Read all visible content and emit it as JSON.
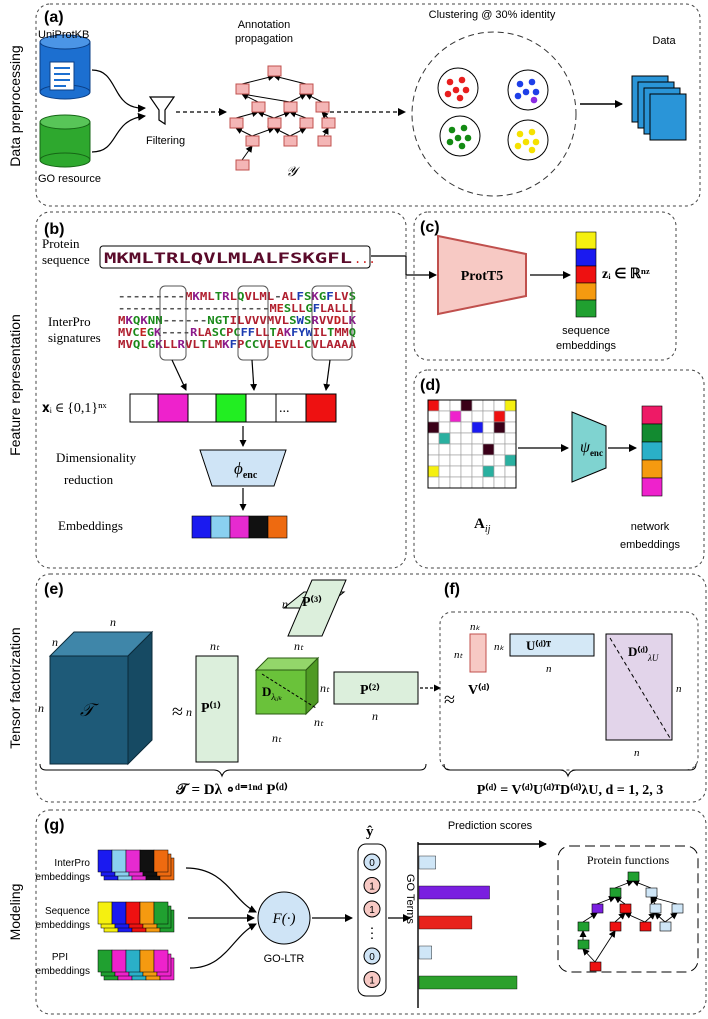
{
  "sections": {
    "data_preprocessing": "Data preprocessing",
    "feature_representation": "Feature representation",
    "tensor_factorization": "Tensor factorization",
    "modeling": "Modeling"
  },
  "panels": {
    "a": "(a)",
    "b": "(b)",
    "c": "(c)",
    "d": "(d)",
    "e": "(e)",
    "f": "(f)",
    "g": "(g)"
  },
  "panel_a": {
    "uniprot": "UniProtKB",
    "go_resource": "GO resource",
    "filtering": "Filtering",
    "annotation_line1": "Annotation",
    "annotation_line2": "propagation",
    "y_symbol": "𝒴",
    "clustering": "Clustering @ 30% identity",
    "data": "Data"
  },
  "panel_b": {
    "protein_line1": "Protein",
    "protein_line2": "sequence",
    "sequence": "MKMLTRLQVLMLALFSKGFL",
    "sequence_ellipsis": "...",
    "interpro_line1": "InterPro",
    "interpro_line2": "signatures",
    "alignment": [
      "---------MKMLTRLQVLML-ALFSKGFLVS",
      "---------------------MESLLGFLALLL",
      "MKQKNN------NGTILVVVMVLSWSRVVDLK",
      "MVCEGK----RLASCPCFFLLTAKFYWILTMMQ",
      "MVQLGKLLRVLTLMKFPCCVLEVLLCVLAAAA"
    ],
    "xi_label": "𝐱ᵢ ∈ {0,1}ⁿˣ",
    "xi_dots": "...",
    "dimred_line1": "Dimensionality",
    "dimred_line2": "reduction",
    "phi_enc": "ϕ",
    "phi_sub": "enc",
    "embeddings": "Embeddings"
  },
  "panel_c": {
    "model": "ProtT5",
    "z_label": "zᵢ ∈ ℝⁿᶻ",
    "seq_line1": "sequence",
    "seq_line2": "embeddings"
  },
  "panel_d": {
    "a_label": "A",
    "a_sub": "ij",
    "psi": "ψ",
    "psi_sub": "enc",
    "net_line1": "network",
    "net_line2": "embeddings"
  },
  "panel_e": {
    "n": "n",
    "nt": "nₜ",
    "tensor": "𝒯",
    "approx": "≈",
    "p1": "P⁽¹⁾",
    "p2": "P⁽²⁾",
    "p3": "P⁽³⁾",
    "core": "D",
    "core_sub": "λᵢⱼₖ",
    "formula": "𝒯 = Dλ ∘ᵈ⁼¹ⁿᵈ P⁽ᵈ⁾"
  },
  "panel_f": {
    "nk": "nₖ",
    "nt": "nₜ",
    "n": "n",
    "approx": "≈",
    "v": "V⁽ᵈ⁾",
    "u": "U⁽ᵈ⁾ᵀ",
    "d": "D⁽ᵈ⁾",
    "d_sub": "λU",
    "formula": "P⁽ᵈ⁾ = V⁽ᵈ⁾U⁽ᵈ⁾ᵀD⁽ᵈ⁾λU,   d = 1, 2, 3"
  },
  "panel_g": {
    "interpro_line1": "InterPro",
    "interpro_line2": "embeddings",
    "sequence_line1": "Sequence",
    "sequence_line2": "embeddings",
    "ppi_line1": "PPI",
    "ppi_line2": "embeddings",
    "f_label": "F(·)",
    "go_ltr": "GO-LTR",
    "y_hat": "ŷ",
    "y_values": [
      "0",
      "1",
      "1",
      "⋮",
      "0",
      "1"
    ],
    "prediction_scores": "Prediction scores",
    "go_terms": "GO Terms",
    "protein_functions": "Protein functions"
  },
  "colors": {
    "dag_node": "#f4b6b6",
    "dag_edge": "#c0504d",
    "uniprot": "#1c6fd0",
    "go": "#2ea82e",
    "data_doc": "#2a95d8",
    "prott5": "#f7c9c4",
    "tensor": "#1e5a78",
    "core": "#6ac23a",
    "factor": "#dcefdc",
    "u_matrix": "#d4e8f6",
    "d_matrix": "#e2d4ea",
    "bar_blue": "#cfe6f7",
    "bar_purple": "#7a1fe0",
    "bar_red": "#e8231c",
    "bar_green": "#2ca02c"
  },
  "chart_data": {
    "type": "bar",
    "title": "Prediction scores",
    "ylabel": "GO Terms",
    "categories": [
      "",
      "",
      "",
      "",
      ""
    ],
    "values": [
      0.17,
      0.72,
      0.54,
      0.13,
      1.0
    ],
    "colors": [
      "#cfe6f7",
      "#7a1fe0",
      "#e8231c",
      "#cfe6f7",
      "#2ca02c"
    ]
  }
}
